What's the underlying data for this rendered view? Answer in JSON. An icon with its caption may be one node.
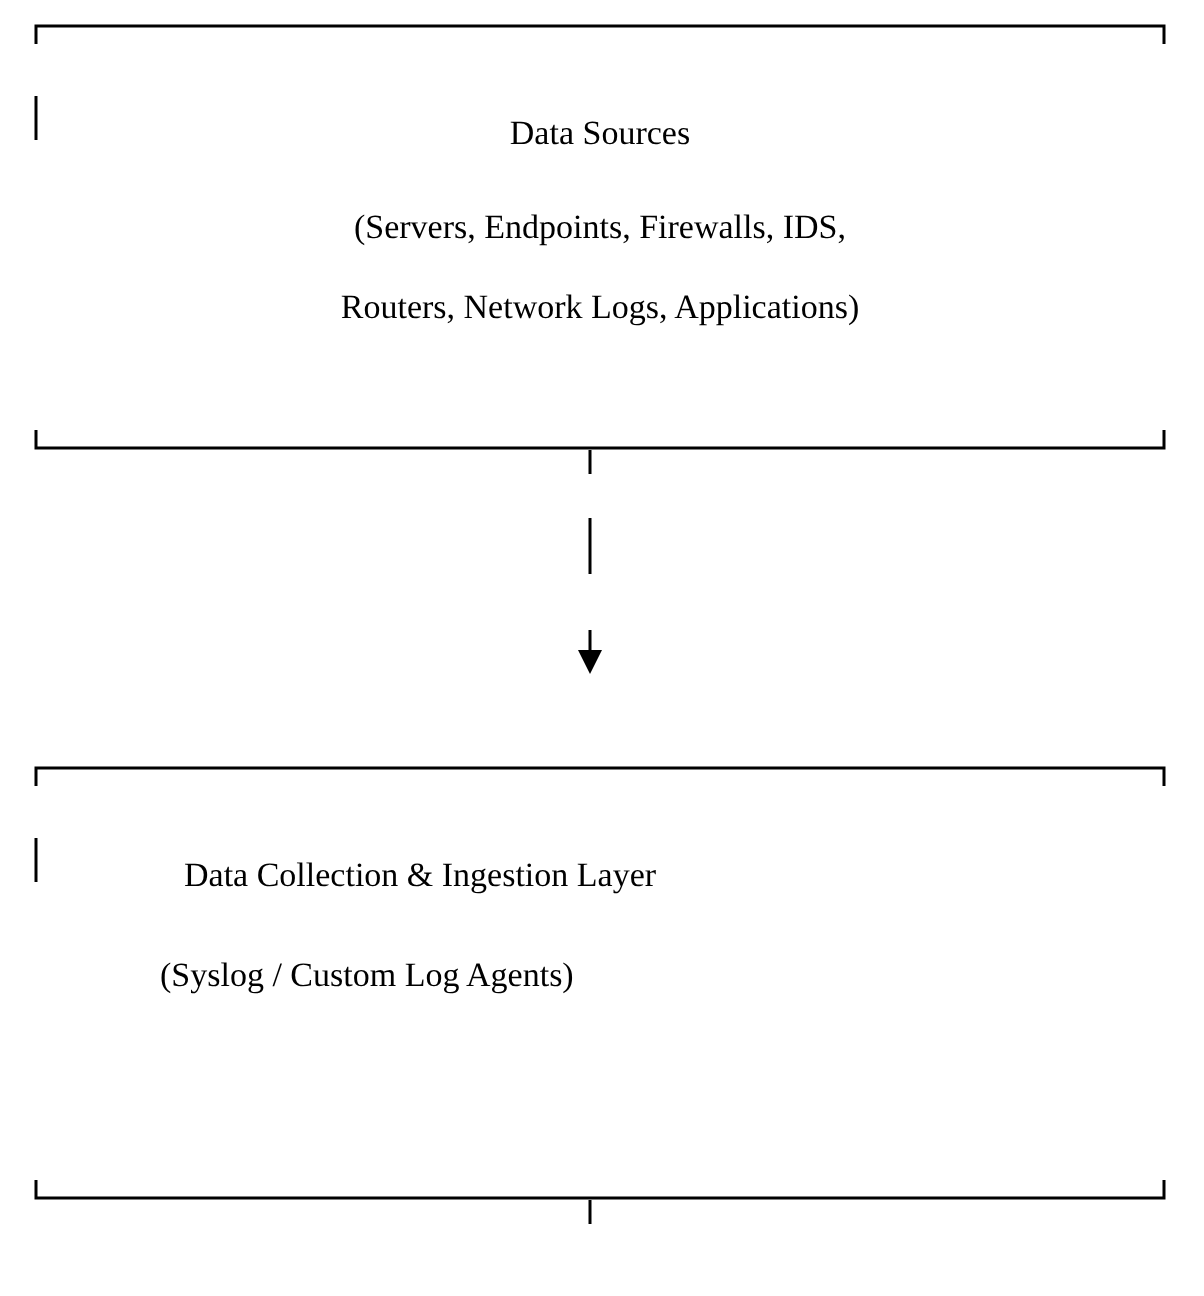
{
  "diagram": {
    "nodes": [
      {
        "text": [
          "Data Sources",
          "(Servers, Endpoints, Firewalls, IDS, Routers, Network Logs, Applications)"
        ]
      },
      {
        "text": [
          "Data Collection & Ingestion Layer",
          "(Syslog / Custom Log Agents)"
        ]
      }
    ],
    "edges": [
      {
        "from": 0,
        "to": 1,
        "arrow": "to",
        "style": "dashed"
      },
      {
        "from": 1,
        "to": null,
        "arrow": "none"
      }
    ]
  }
}
